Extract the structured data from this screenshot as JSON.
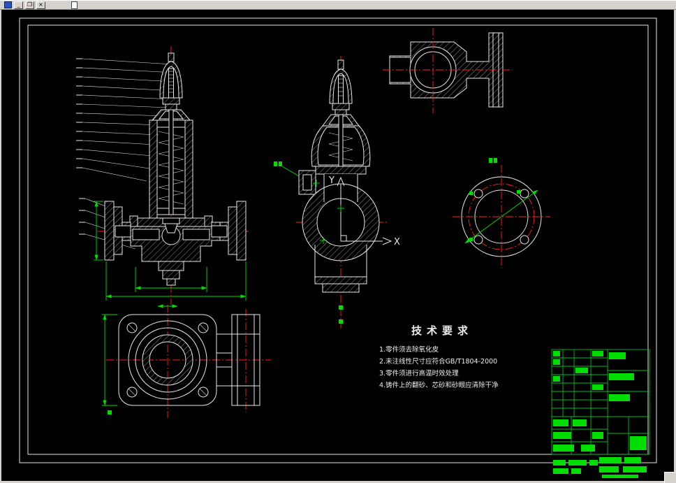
{
  "window": {
    "titlebar": {
      "buttons": [
        {
          "name": "minimize",
          "glyph": "_"
        },
        {
          "name": "restore",
          "glyph": "❐"
        },
        {
          "name": "close",
          "glyph": "×"
        }
      ]
    }
  },
  "drawing": {
    "tech_requirements": {
      "title": "技术要求",
      "items": [
        "1.零件须去除氧化皮",
        "2.未注线性尺寸应符合GB/T1804-2000",
        "3.零件须进行高温时效处理",
        "4.铸件上的翻砂、芯砂和砂眼应清除干净"
      ]
    },
    "axes": {
      "x_label": "X",
      "y_label": "Y"
    },
    "colors": {
      "background": "#000000",
      "outline": "#e8e8e8",
      "centerline": "#ff1f1f",
      "dimension": "#00dd00",
      "title_block": "#00bb22"
    }
  }
}
